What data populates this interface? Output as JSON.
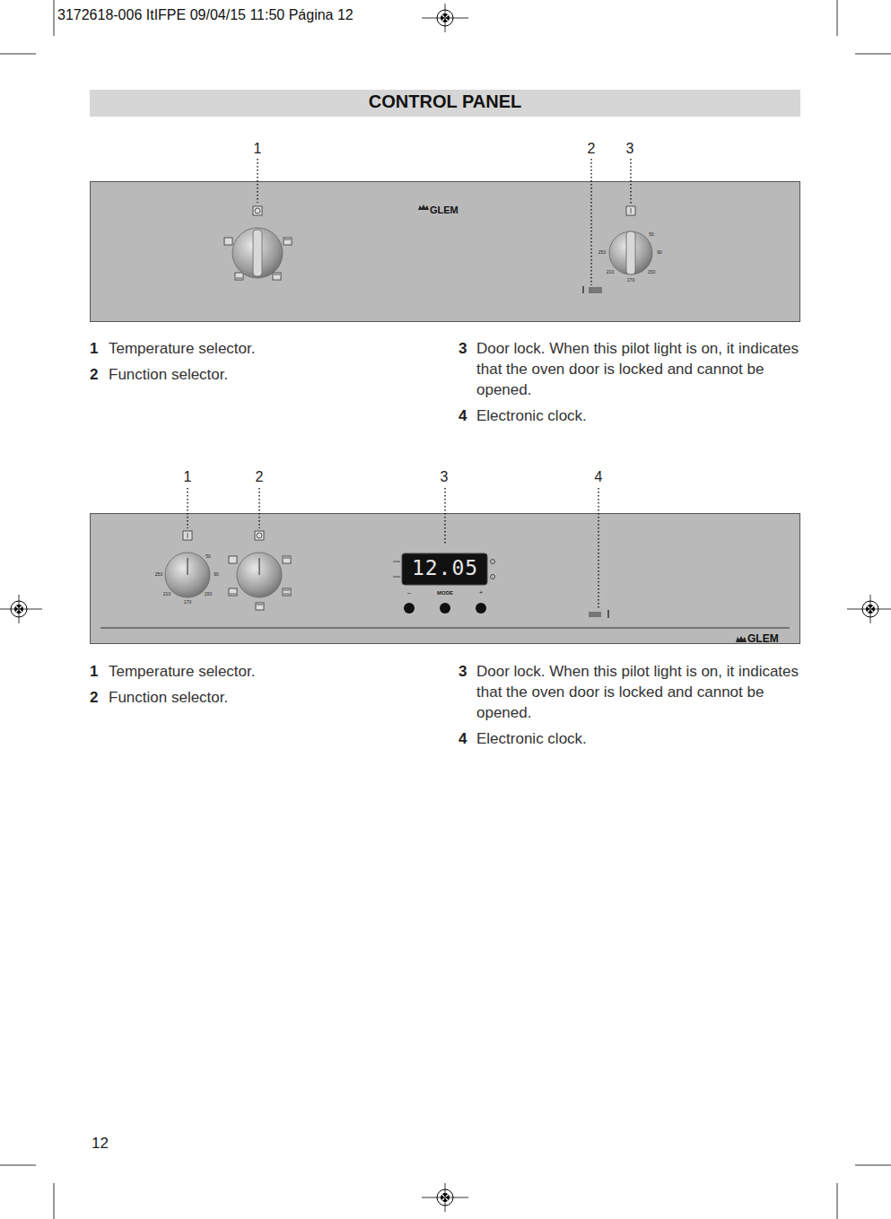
{
  "diagram": {
    "title": "CONTROL PANEL",
    "labels": [
      "3172618-006 ItIFPE 09/04/15 11:50 Página 12",
      "1",
      "2",
      "3",
      "GLEM",
      "50",
      "90",
      "150",
      "170",
      "210",
      "250",
      "1",
      "Temperature selector.",
      "2",
      "Function selector.",
      "3",
      "Door lock. When this pilot light is on, it indicates that the oven door is locked and cannot be opened.",
      "4",
      "Electronic clock.",
      "1",
      "2",
      "3",
      "4",
      "50",
      "90",
      "150",
      "170",
      "210",
      "250",
      "12.05",
      "–",
      "MODE",
      "+",
      "GLEM",
      "1",
      "Temperature selector.",
      "2",
      "Function selector.",
      "3",
      "Door lock. When this pilot light is on, it indicates that the oven door is locked and cannot be opened.",
      "4",
      "Electronic clock.",
      "12"
    ]
  }
}
